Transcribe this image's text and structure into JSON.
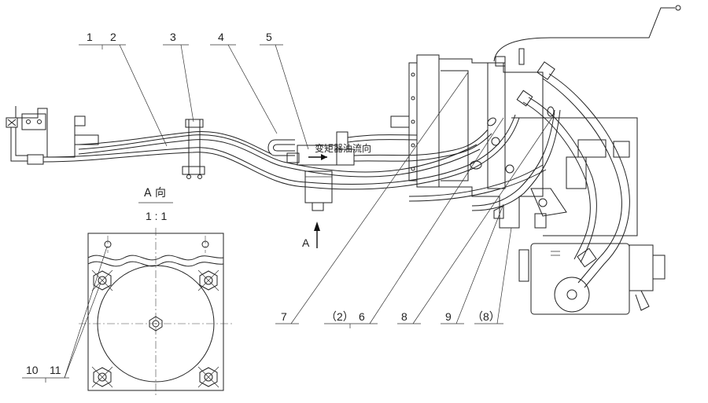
{
  "callouts": {
    "c1": "1",
    "c2": "2",
    "c3": "3",
    "c4": "4",
    "c5": "5",
    "c6": "6",
    "c6_ref": "（2）",
    "c7": "7",
    "c8": "8",
    "c9": "9",
    "c9_ref": "（8）",
    "c10": "10",
    "c11": "11"
  },
  "view": {
    "title": "A 向",
    "scale": "1 : 1",
    "arrow_label": "A"
  },
  "flow_label": "变矩器油流向"
}
